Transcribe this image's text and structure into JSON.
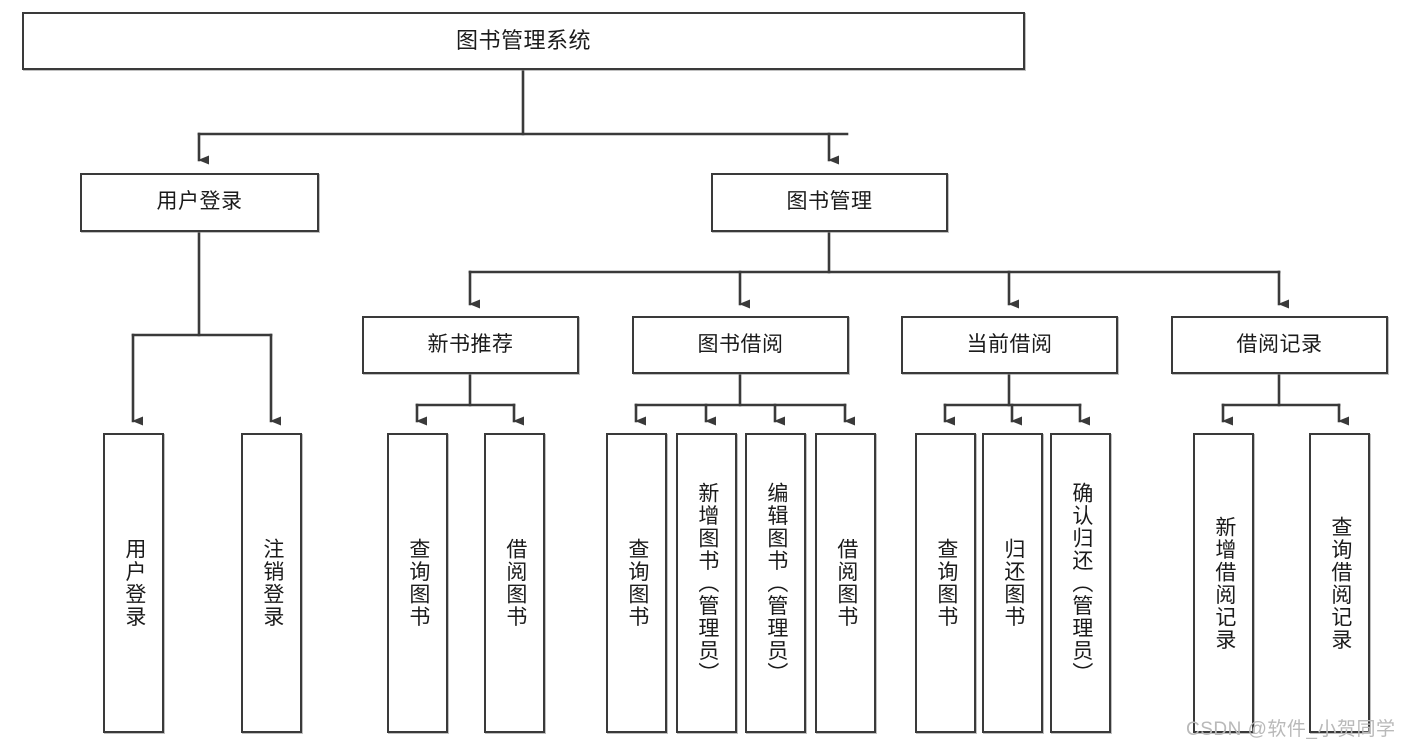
{
  "diagram": {
    "type": "tree-hierarchy-chart",
    "title": "图书管理系统",
    "background_color": "#ffffff",
    "line_color": "#3a3a3a",
    "box_border_color": "#3a3a3a",
    "text_color": "#1b1b1b",
    "watermark": "CSDN @软件_小贺同学",
    "watermark_color": "#b9b9b9"
  },
  "root": {
    "label": "图书管理系统"
  },
  "level1": [
    {
      "label": "用户登录"
    },
    {
      "label": "图书管理"
    }
  ],
  "level2": [
    {
      "label": "新书推荐"
    },
    {
      "label": "图书借阅"
    },
    {
      "label": "当前借阅"
    },
    {
      "label": "借阅记录"
    }
  ],
  "leaves": {
    "user_login": [
      {
        "label": "用户登录"
      },
      {
        "label": "注销登录"
      }
    ],
    "new_book_recommend": [
      {
        "label": "查询图书"
      },
      {
        "label": "借阅图书"
      }
    ],
    "book_borrow": [
      {
        "label": "查询图书"
      },
      {
        "label": "新增图书（管理员）"
      },
      {
        "label": "编辑图书（管理员）"
      },
      {
        "label": "借阅图书"
      }
    ],
    "current_borrow": [
      {
        "label": "查询图书"
      },
      {
        "label": "归还图书"
      },
      {
        "label": "确认归还（管理员）"
      }
    ],
    "borrow_record": [
      {
        "label": "新增借阅记录"
      },
      {
        "label": "查询借阅记录"
      }
    ]
  }
}
